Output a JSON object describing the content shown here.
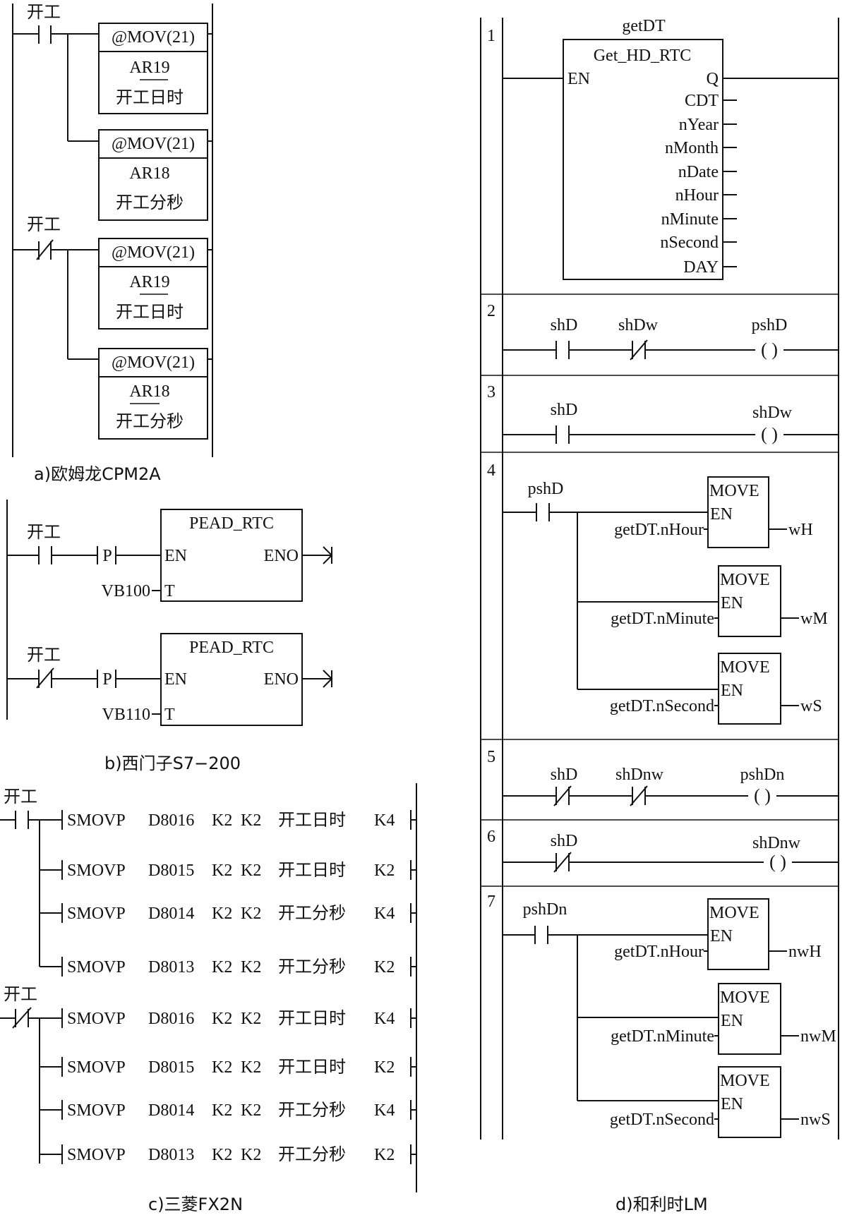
{
  "panel_a": {
    "caption": "a)欧姆龙CPM2A",
    "contact_no_label": "开工",
    "contact_nc_label": "开工",
    "blocks": [
      {
        "instr": "@MOV(21)",
        "src": "AR19",
        "dst": "开工日时"
      },
      {
        "instr": "@MOV(21)",
        "src": "AR18",
        "dst": "开工分秒"
      },
      {
        "instr": "@MOV(21)",
        "src": "AR19",
        "dst": "开工日时"
      },
      {
        "instr": "@MOV(21)",
        "src": "AR18",
        "dst": "开工分秒"
      }
    ]
  },
  "panel_b": {
    "caption": "b)西门子S7−200",
    "rungs": [
      {
        "contact": "开工",
        "edge": "P",
        "func": "PEAD_RTC",
        "en": "EN",
        "eno": "ENO",
        "t": "T",
        "addr": "VB100"
      },
      {
        "contact": "开工",
        "edge": "P",
        "func": "PEAD_RTC",
        "en": "EN",
        "eno": "ENO",
        "t": "T",
        "addr": "VB110"
      }
    ]
  },
  "panel_c": {
    "caption": "c)三菱FX2N",
    "contact_no_label": "开工",
    "contact_nc_label": "开工",
    "rows": [
      {
        "op": "SMOVP",
        "src": "D8016",
        "m1": "K2",
        "m2": "K2",
        "dst": "开工日时",
        "n": "K4"
      },
      {
        "op": "SMOVP",
        "src": "D8015",
        "m1": "K2",
        "m2": "K2",
        "dst": "开工日时",
        "n": "K2"
      },
      {
        "op": "SMOVP",
        "src": "D8014",
        "m1": "K2",
        "m2": "K2",
        "dst": "开工分秒",
        "n": "K4"
      },
      {
        "op": "SMOVP",
        "src": "D8013",
        "m1": "K2",
        "m2": "K2",
        "dst": "开工分秒",
        "n": "K2"
      },
      {
        "op": "SMOVP",
        "src": "D8016",
        "m1": "K2",
        "m2": "K2",
        "dst": "开工日时",
        "n": "K4"
      },
      {
        "op": "SMOVP",
        "src": "D8015",
        "m1": "K2",
        "m2": "K2",
        "dst": "开工日时",
        "n": "K2"
      },
      {
        "op": "SMOVP",
        "src": "D8014",
        "m1": "K2",
        "m2": "K2",
        "dst": "开工分秒",
        "n": "K4"
      },
      {
        "op": "SMOVP",
        "src": "D8013",
        "m1": "K2",
        "m2": "K2",
        "dst": "开工分秒",
        "n": "K2"
      }
    ]
  },
  "panel_d": {
    "caption": "d)和利时LM",
    "rung1": {
      "num": "1",
      "instance": "getDT",
      "func": "Get_HD_RTC",
      "en": "EN",
      "outputs": [
        "Q",
        "CDT",
        "nYear",
        "nMonth",
        "nDate",
        "nHour",
        "nMinute",
        "nSecond",
        "DAY"
      ]
    },
    "rung2": {
      "num": "2",
      "c1": "shD",
      "c2": "shDw",
      "coil": "pshD",
      "coil_sym": "( )"
    },
    "rung3": {
      "num": "3",
      "c1": "shD",
      "coil": "shDw",
      "coil_sym": "( )"
    },
    "rung4": {
      "num": "4",
      "contact": "pshD",
      "moves": [
        {
          "func": "MOVE",
          "en": "EN",
          "input": "getDT.nHour",
          "output": "wH"
        },
        {
          "func": "MOVE",
          "en": "EN",
          "input": "getDT.nMinute",
          "output": "wM"
        },
        {
          "func": "MOVE",
          "en": "EN",
          "input": "getDT.nSecond",
          "output": "wS"
        }
      ]
    },
    "rung5": {
      "num": "5",
      "c1": "shD",
      "c2": "shDnw",
      "coil": "pshDn",
      "coil_sym": "( )"
    },
    "rung6": {
      "num": "6",
      "c1": "shD",
      "coil": "shDnw",
      "coil_sym": "( )"
    },
    "rung7": {
      "num": "7",
      "contact": "pshDn",
      "moves": [
        {
          "func": "MOVE",
          "en": "EN",
          "input": "getDT.nHour",
          "output": "nwH"
        },
        {
          "func": "MOVE",
          "en": "EN",
          "input": "getDT.nMinute",
          "output": "nwM"
        },
        {
          "func": "MOVE",
          "en": "EN",
          "input": "getDT.nSecond",
          "output": "nwS"
        }
      ]
    }
  }
}
